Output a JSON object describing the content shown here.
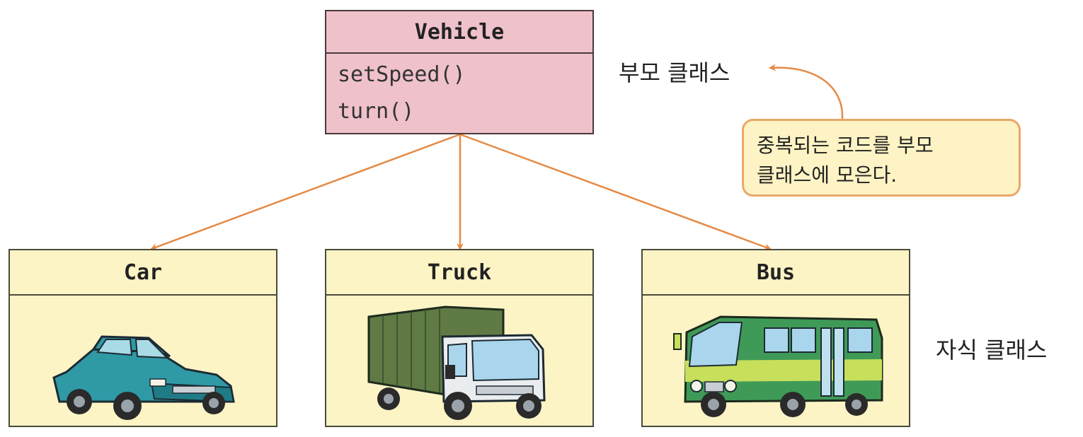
{
  "parent": {
    "name": "Vehicle",
    "methods": [
      "setSpeed()",
      "turn()"
    ]
  },
  "children": [
    {
      "name": "Car",
      "image": "car-illustration"
    },
    {
      "name": "Truck",
      "image": "truck-illustration"
    },
    {
      "name": "Bus",
      "image": "bus-illustration"
    }
  ],
  "labels": {
    "parent_class": "부모 클래스",
    "child_class": "자식 클래스"
  },
  "callout": {
    "line1": "중복되는 코드를 부모",
    "line2": "클래스에 모은다."
  },
  "colors": {
    "parent_fill": "#efc1cb",
    "child_fill": "#fdf4c6",
    "arrow": "#e58a45",
    "callout_border": "#e9a868"
  }
}
